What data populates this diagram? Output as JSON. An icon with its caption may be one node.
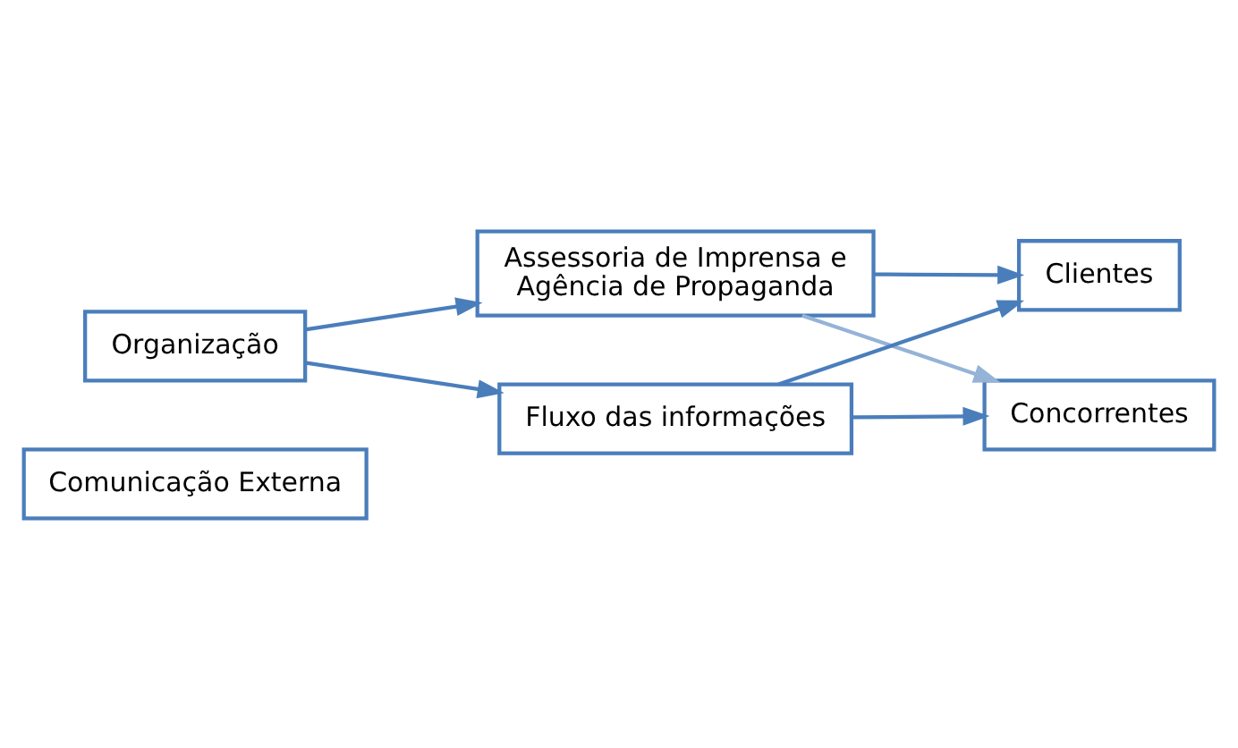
{
  "diagram": {
    "nodes": [
      {
        "text": [
          "Comunicação Externa"
        ]
      },
      {
        "text": [
          "Organização"
        ]
      },
      {
        "text": [
          "Assessoria de Imprensa e Agência de Propaganda"
        ]
      },
      {
        "text": [
          "Clientes"
        ]
      },
      {
        "text": [
          "Concorrentes"
        ]
      },
      {
        "text": [
          "Fluxo das informações"
        ]
      }
    ],
    "edges": [
      {
        "from": 1,
        "to": 2,
        "arrow": "to"
      },
      {
        "from": 2,
        "to": 3,
        "arrow": "to"
      },
      {
        "from": 2,
        "to": 4,
        "arrow": "to",
        "color": "#95b3d7"
      },
      {
        "from": 1,
        "to": 5,
        "arrow": "to"
      },
      {
        "from": 5,
        "to": 4,
        "arrow": "to"
      },
      {
        "from": 5,
        "to": 3,
        "arrow": "to"
      }
    ]
  }
}
